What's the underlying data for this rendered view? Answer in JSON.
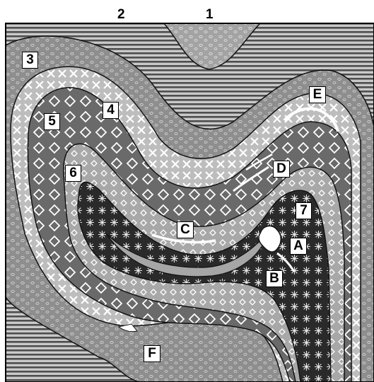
{
  "top_labels": {
    "two": "2",
    "one": "1"
  },
  "unit_labels": {
    "u3": "3",
    "u4": "4",
    "u5": "5",
    "u6": "6",
    "u7": "7",
    "A": "A",
    "B": "B",
    "C": "C",
    "D": "D",
    "E": "E",
    "F": "F"
  },
  "colors": {
    "layer1": "#9d9d9d",
    "layer2_stripes": "#6e6e6e",
    "layer3": "#8d8d8d",
    "layer4": "#bcbcbc",
    "layer5": "#6a6a6a",
    "layer6": "#a6a6a6",
    "layer7_core": "#2c2c2c",
    "dark_line": "#111111",
    "white_line": "#ffffff"
  }
}
